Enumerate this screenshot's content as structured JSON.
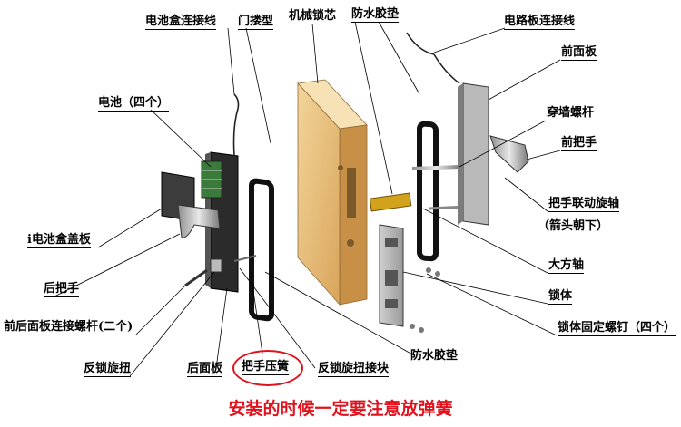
{
  "labels": {
    "battery_box_cable": "电池盒连接线",
    "door_type": "门搂型",
    "mechanical_cylinder": "机械锁芯",
    "waterproof_pad_top": "防水胶垫",
    "circuit_board_cable": "电路板连接线",
    "battery_four": "电池（四个）",
    "front_panel": "前面板",
    "through_wall_screw": "穿墙螺杆",
    "front_handle": "前把手",
    "handle_linkage_shaft": "把手联动旋轴",
    "arrow_down_note": "（箭头朝下）",
    "battery_box_cover": "i电池盒盖板",
    "rear_handle": "后把手",
    "square_shaft": "大方轴",
    "lock_body": "锁体",
    "connecting_screws": "前后面板连接螺杆(二个)",
    "lock_body_fixing_screws": "锁体固定螺钉（四个）",
    "reverse_lock_knob": "反锁旋扭",
    "rear_panel": "后面板",
    "handle_spring": "把手压簧",
    "reverse_knob_connector": "反锁旋扭接块",
    "waterproof_pad_bottom": "防水胶垫"
  },
  "notice": "安装的时候一定要注意放弹簧"
}
